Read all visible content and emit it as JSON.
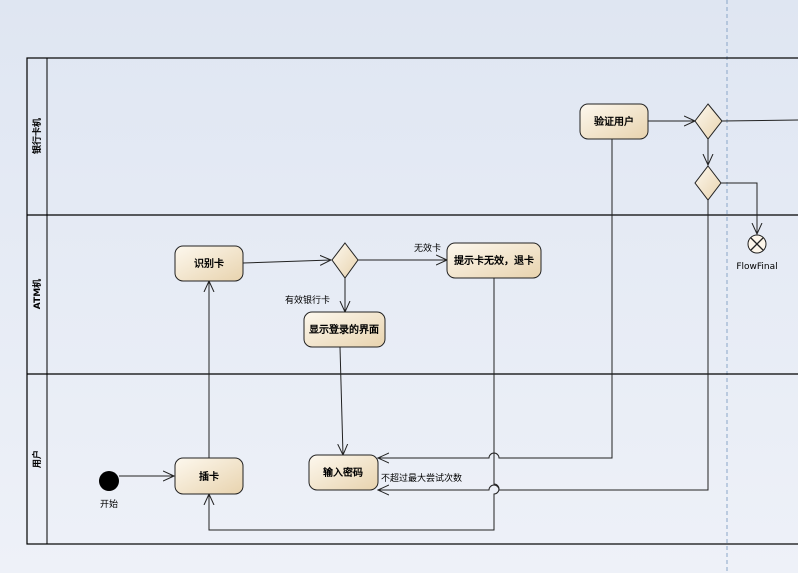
{
  "diagram": {
    "lanes": [
      {
        "id": "bank",
        "label": "银行卡机"
      },
      {
        "id": "atm",
        "label": "ATM机"
      },
      {
        "id": "user",
        "label": "用户"
      }
    ],
    "nodes": {
      "start_label": "开始",
      "verify_user": "验证用户",
      "identify_card": "识别卡",
      "invalid_card": "提示卡无效，退卡",
      "show_login": "显示登录的界面",
      "insert_card": "插卡",
      "enter_password": "输入密码",
      "flow_final": "FlowFinal"
    },
    "edge_labels": {
      "invalid": "无效卡",
      "valid": "有效银行卡",
      "not_exceed": "不超过最大尝试次数"
    },
    "colors": {
      "node_fill_top": "#fdf8ee",
      "node_fill_bottom": "#ecd9b8",
      "stroke": "#222222",
      "lane_line": "#000000",
      "page_border": "#8aa6c8"
    }
  }
}
